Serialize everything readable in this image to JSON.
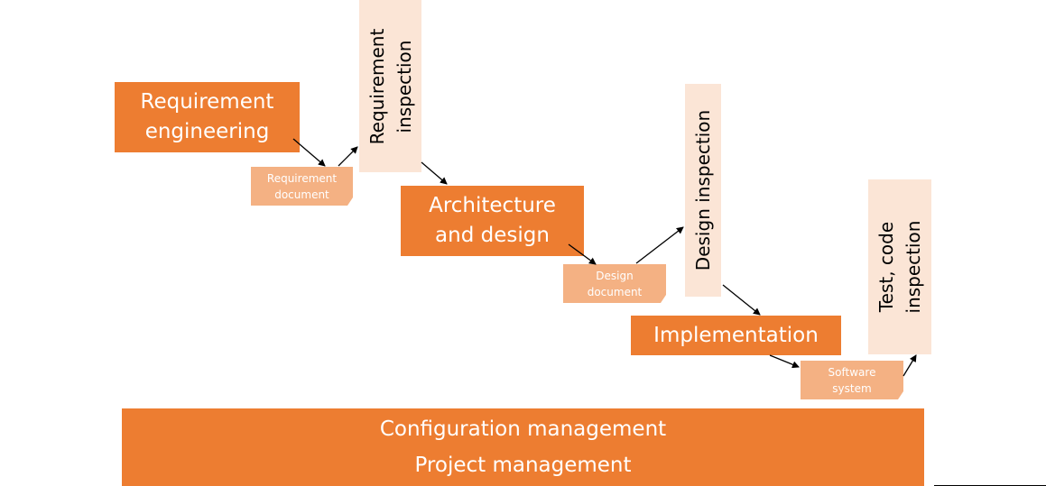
{
  "phases": {
    "requirement_engineering": [
      "Requirement",
      "engineering"
    ],
    "architecture_design": [
      "Architecture",
      "and design"
    ],
    "implementation": "Implementation"
  },
  "documents": {
    "requirement_document": [
      "Requirement",
      "document"
    ],
    "design_document": [
      "Design",
      "document"
    ],
    "software_system": [
      "Software",
      "system"
    ]
  },
  "inspections": {
    "requirement_inspection": [
      "Requirement",
      "inspection"
    ],
    "design_inspection": "Design inspection",
    "test_code_inspection": [
      "Test, code",
      "inspection"
    ]
  },
  "management": {
    "configuration": "Configuration management",
    "project": "Project management"
  }
}
